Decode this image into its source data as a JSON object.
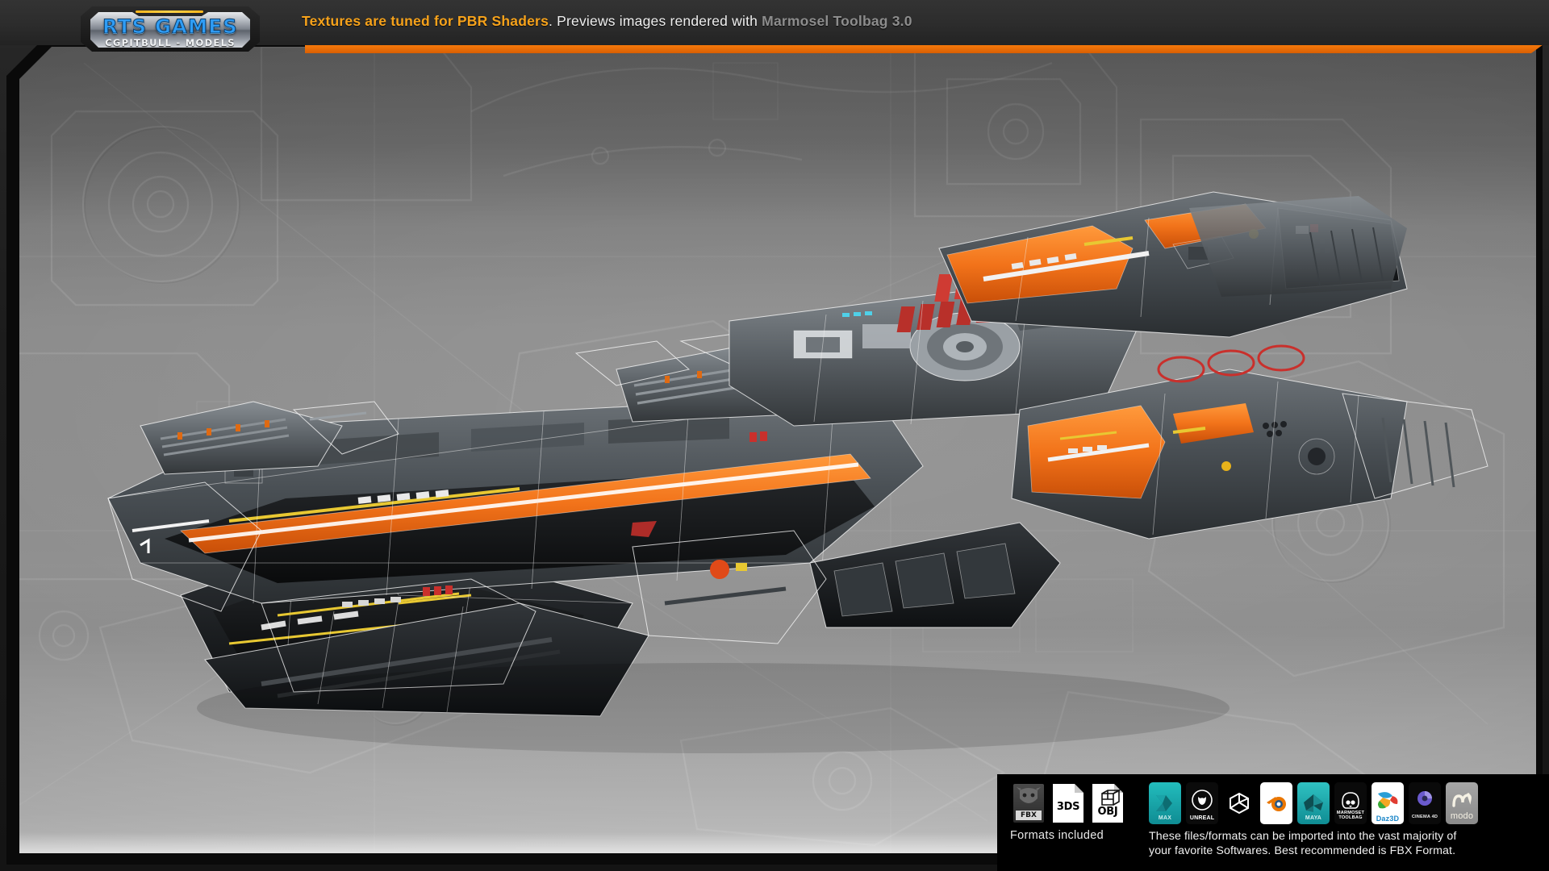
{
  "header": {
    "logo": {
      "main": "RTS GAMES",
      "sub": "CGPITBULL - MODELS",
      "accent_color": "#ffb61a",
      "text_color": "#2f9df5"
    },
    "tagline_orange": "Textures are tuned for PBR Shaders",
    "tagline_white": ". Previews images rendered with ",
    "tagline_grey": "Marmosel Toolbag 3.0",
    "accent_bar_color": "#f4780a"
  },
  "viewport": {
    "subject": "sci-fi capital battleship 3d model",
    "render_style": "wireframe overlay on shaded PBR model",
    "background": "embossed blueprint schematic backdrop",
    "accent_colors": [
      "#f0741a",
      "#d83a3a",
      "#e8c832",
      "#ffffff"
    ]
  },
  "formats_panel": {
    "caption": "Formats included",
    "formats": [
      {
        "label": "FBX",
        "icon": "fbx-file-icon"
      },
      {
        "label": "3DS",
        "icon": "3ds-file-icon"
      },
      {
        "label": "OBJ",
        "icon": "obj-file-icon"
      }
    ]
  },
  "software_panel": {
    "description_line1": "These files/formats can be imported into the vast majority of",
    "description_line2": "your favorite Softwares. Best recommended is FBX Format.",
    "software": [
      {
        "name": "MAX",
        "icon": "3dsmax-icon",
        "bg": "#18b0b0",
        "fg": "#0d6d72"
      },
      {
        "name": "UNREAL",
        "icon": "unreal-icon",
        "bg": "#0b0b0b",
        "fg": "#ffffff"
      },
      {
        "name": "",
        "icon": "unity-icon",
        "bg": "#000000",
        "fg": "#ffffff"
      },
      {
        "name": "",
        "icon": "blender-icon",
        "bg": "#ffffff",
        "fg": "#ea7600"
      },
      {
        "name": "MAYA",
        "icon": "maya-icon",
        "bg": "#2ab5b5",
        "fg": "#0e4e52"
      },
      {
        "name": "MARMOSET TOOLBAG",
        "icon": "marmoset-icon",
        "bg": "#0a0a0a",
        "fg": "#ffffff"
      },
      {
        "name": "Daz3D",
        "icon": "daz3d-icon",
        "bg": "#ffffff",
        "fg": "#1a86c8"
      },
      {
        "name": "CINEMA 4D",
        "icon": "cinema4d-icon",
        "bg": "#0a0a0a",
        "fg": "#ffffff"
      },
      {
        "name": "modo",
        "icon": "modo-icon",
        "bg": "#9a9a9a",
        "fg": "#f2efe6"
      }
    ]
  }
}
